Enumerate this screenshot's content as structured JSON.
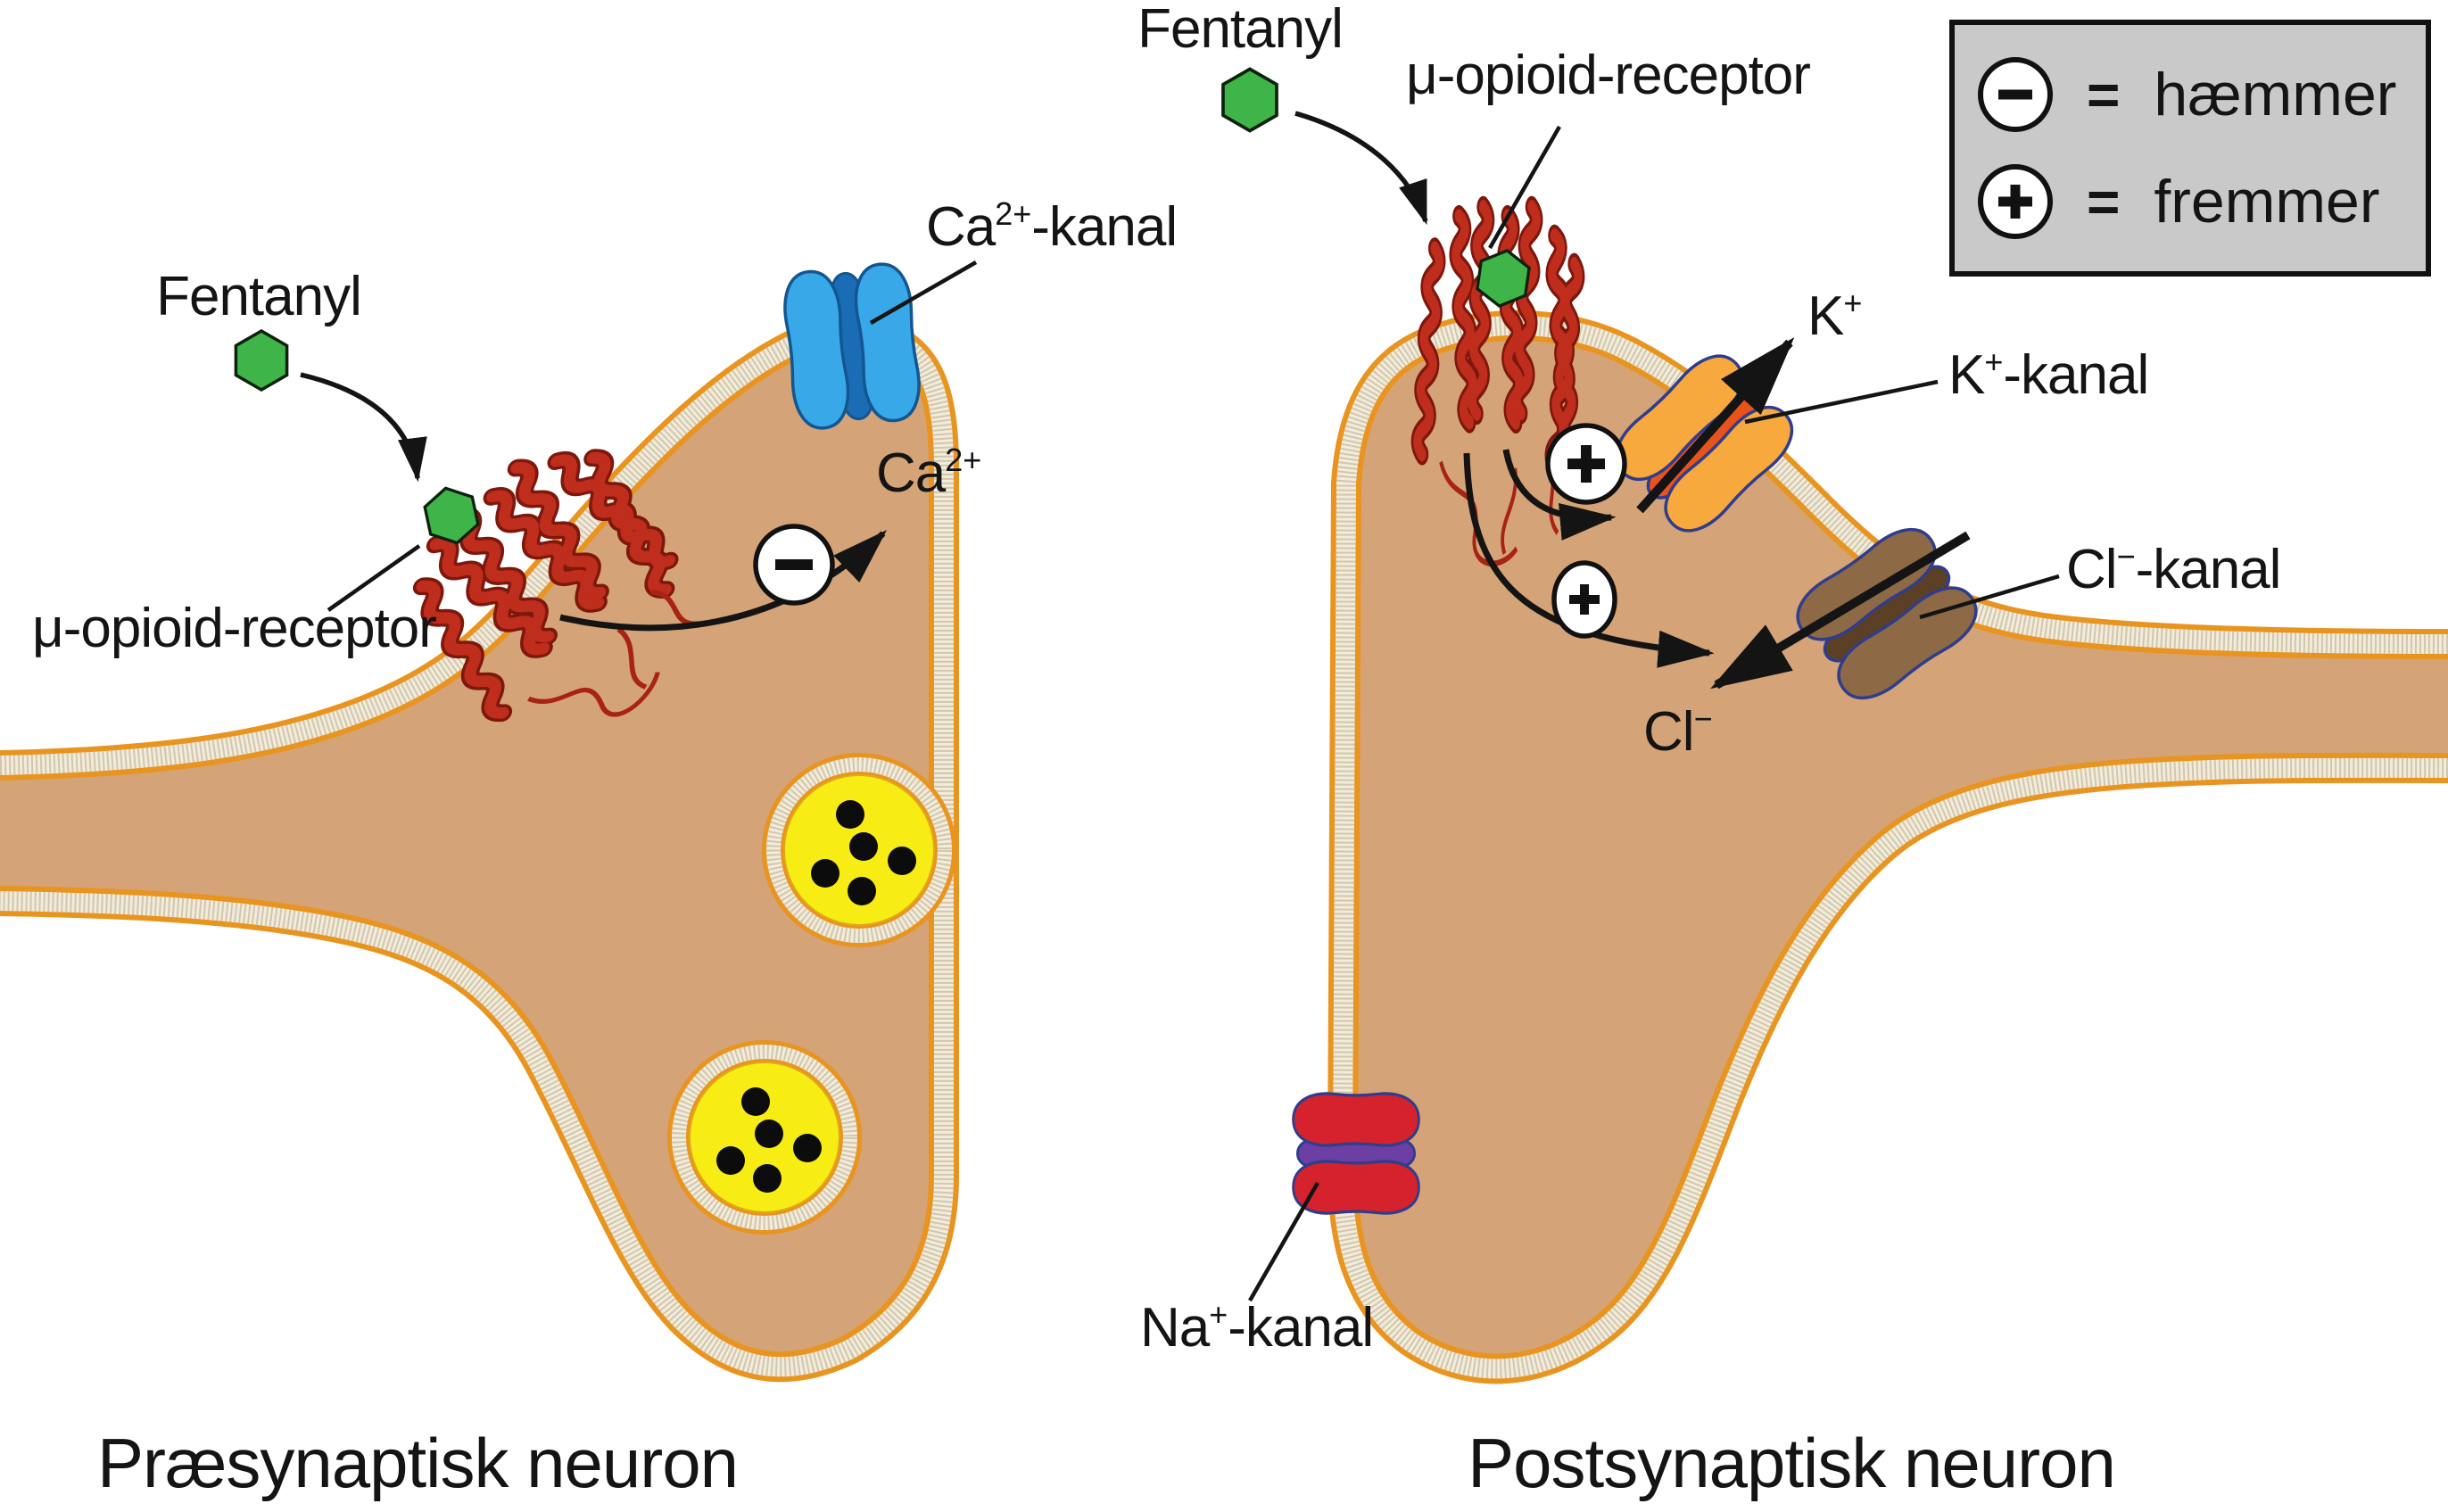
{
  "figure": {
    "type": "biology-diagram",
    "subject": "Fentanyl mechanism at an opioid synapse"
  },
  "labels": {
    "fentanyl_left": "Fentanyl",
    "fentanyl_right": "Fentanyl",
    "mu_receptor_left": "μ-opioid-receptor",
    "mu_receptor_right": "μ-opioid-receptor",
    "ca_channel": {
      "base": "Ca",
      "sup": "2+",
      "rest": "-kanal"
    },
    "ca_ion": {
      "base": "Ca",
      "sup": "2+",
      "rest": ""
    },
    "k_channel": {
      "base": "K",
      "sup": "+",
      "rest": "-kanal"
    },
    "k_ion": {
      "base": "K",
      "sup": "+",
      "rest": ""
    },
    "cl_channel": {
      "base": "Cl",
      "sup": "−",
      "rest": "-kanal"
    },
    "cl_ion": {
      "base": "Cl",
      "sup": "−",
      "rest": ""
    },
    "na_channel": {
      "base": "Na",
      "sup": "+",
      "rest": "-kanal"
    },
    "caption_left": "Præsynaptisk neuron",
    "caption_right": "Postsynaptisk neuron"
  },
  "legend": {
    "rows": [
      {
        "symbol": "minus",
        "equals": "=",
        "label": "hæmmer"
      },
      {
        "symbol": "plus",
        "equals": "=",
        "label": "fremmer"
      }
    ]
  },
  "colors": {
    "cell_fill": "#d4a377",
    "membrane_orange": "#e8941e",
    "membrane_core": "#f2ecdb",
    "vesicle_yellow": "#f8ec15",
    "fentanyl_green": "#3eb449",
    "receptor_red": "#bf2d1d",
    "ca_channel_blue": "#38a8e8",
    "k_channel_orange": "#f8a93e",
    "cl_channel_brown": "#8d6a45",
    "na_channel_red": "#d6222c",
    "na_pore_purple": "#6b3fa3",
    "legend_bg": "#c9c9c9"
  }
}
